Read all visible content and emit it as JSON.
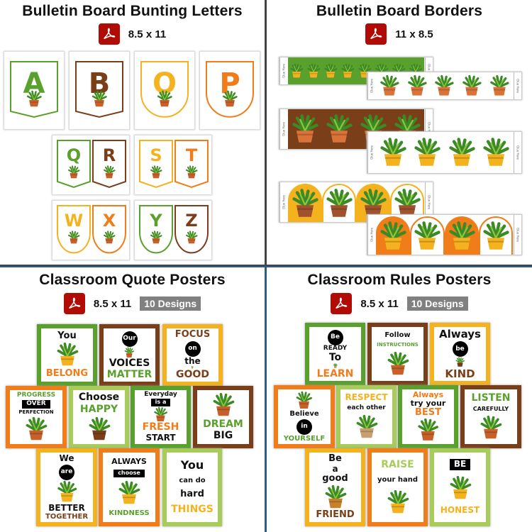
{
  "colors": {
    "green": "#5aa02c",
    "brown": "#7a3f19",
    "yellow": "#f5b21f",
    "orange": "#f07c1a",
    "lightgreen": "#a8cc5a",
    "black": "#111111",
    "pdf_red": "#b00c05",
    "badge_gray": "#808080"
  },
  "bunting": {
    "title": "Bulletin Board Bunting Letters",
    "size": "8.5 x 11",
    "singles": [
      {
        "letter": "A",
        "color": "green",
        "shape": "point"
      },
      {
        "letter": "B",
        "color": "brown",
        "shape": "point"
      },
      {
        "letter": "O",
        "color": "yellow",
        "shape": "round"
      },
      {
        "letter": "P",
        "color": "orange",
        "shape": "round"
      }
    ],
    "pairs": [
      [
        {
          "letter": "Q",
          "color": "green",
          "shape": "point"
        },
        {
          "letter": "R",
          "color": "brown",
          "shape": "point"
        }
      ],
      [
        {
          "letter": "S",
          "color": "yellow",
          "shape": "point"
        },
        {
          "letter": "T",
          "color": "orange",
          "shape": "point"
        }
      ],
      [
        {
          "letter": "W",
          "color": "yellow",
          "shape": "round"
        },
        {
          "letter": "X",
          "color": "orange",
          "shape": "round"
        }
      ],
      [
        {
          "letter": "Y",
          "color": "green",
          "shape": "round"
        },
        {
          "letter": "Z",
          "color": "brown",
          "shape": "round"
        }
      ]
    ]
  },
  "borders": {
    "title": "Bulletin Board Borders",
    "size": "11 x 8.5",
    "glue_label": "Glue Here",
    "strips": [
      {
        "bg": "green",
        "style": "small",
        "count": 8,
        "pot": "yellow"
      },
      {
        "bg": "white",
        "style": "pots",
        "count": 5,
        "pot": "#d9733a"
      },
      {
        "bg": "brown",
        "style": "big",
        "count": 4,
        "pot": "#d9733a"
      },
      {
        "bg": "white",
        "style": "big",
        "count": 4,
        "pot": "yellow"
      },
      {
        "bg": "white",
        "style": "arch",
        "count": 4,
        "arch": "yellow",
        "pot": "#a0522d"
      },
      {
        "bg": "white",
        "style": "arch",
        "count": 4,
        "arch": "orange",
        "pot": "yellow"
      }
    ]
  },
  "quotes": {
    "title": "Classroom Quote Posters",
    "size": "8.5 x 11",
    "designs": "10 Designs",
    "posters": [
      {
        "frame": "green",
        "lines": [
          {
            "t": "You",
            "c": "black",
            "s": 13
          },
          {
            "plant": "yellow"
          },
          {
            "t": "BELONG",
            "c": "mix",
            "s": 13
          }
        ]
      },
      {
        "frame": "brown",
        "lines": [
          {
            "t": "Our",
            "st": "circle"
          },
          {
            "plant": "#c8602a"
          },
          {
            "t": "VOICES",
            "c": "black",
            "s": 14
          },
          {
            "t": "MATTER",
            "c": "mix",
            "s": 14
          }
        ]
      },
      {
        "frame": "yellow",
        "lines": [
          {
            "t": "FOCUS",
            "c": "mix",
            "s": 13
          },
          {
            "t": "on",
            "st": "circle"
          },
          {
            "t": "the",
            "c": "black",
            "s": 12
          },
          {
            "plant": "yellow"
          },
          {
            "t": "GOOD",
            "c": "mix",
            "s": 14
          }
        ]
      },
      {
        "frame": "orange",
        "lines": [
          {
            "t": "PROGRESS",
            "c": "mix",
            "s": 9
          },
          {
            "t": "OVER",
            "st": "flag",
            "s": 9
          },
          {
            "t": "PERFECTION",
            "c": "black",
            "s": 7
          },
          {
            "plant": "#c8602a"
          }
        ]
      },
      {
        "frame": "lightgreen",
        "lines": [
          {
            "t": "Choose",
            "c": "black",
            "s": 14
          },
          {
            "t": "HAPPY",
            "c": "green",
            "s": 14
          },
          {
            "plant": "#7a3f19"
          }
        ]
      },
      {
        "frame": "green",
        "lines": [
          {
            "t": "Everyday",
            "c": "black",
            "s": 9
          },
          {
            "t": "is a",
            "st": "flag",
            "s": 8
          },
          {
            "plant": "#c8602a"
          },
          {
            "t": "FRESH",
            "c": "mix",
            "s": 14
          },
          {
            "t": "START",
            "c": "black",
            "s": 12
          }
        ]
      },
      {
        "frame": "brown",
        "lines": [
          {
            "plant": "#c8602a"
          },
          {
            "t": "DREAM",
            "c": "mix",
            "s": 14
          },
          {
            "t": "BIG",
            "c": "black",
            "s": 14
          }
        ]
      },
      {
        "frame": "yellow",
        "lines": [
          {
            "t": "We",
            "c": "black",
            "s": 12
          },
          {
            "t": "are",
            "st": "circle"
          },
          {
            "plant": "yellow"
          },
          {
            "t": "BETTER",
            "c": "black",
            "s": 12
          },
          {
            "t": "TOGETHER",
            "c": "mix",
            "s": 10
          }
        ]
      },
      {
        "frame": "orange",
        "lines": [
          {
            "t": "ALWAYS",
            "c": "black",
            "s": 11
          },
          {
            "t": "choose",
            "st": "flag",
            "s": 8
          },
          {
            "plant": "yellow"
          },
          {
            "t": "KINDNESS",
            "c": "mix",
            "s": 10
          }
        ]
      },
      {
        "frame": "lightgreen",
        "lines": [
          {
            "t": "You",
            "c": "black",
            "s": 16
          },
          {
            "t": "can do",
            "c": "black",
            "s": 10
          },
          {
            "t": "hard",
            "c": "black",
            "s": 13
          },
          {
            "t": "THINGS",
            "c": "mix",
            "s": 14
          }
        ]
      }
    ]
  },
  "rules": {
    "title": "Classroom Rules Posters",
    "size": "8.5 x 11",
    "designs": "10 Designs",
    "posters": [
      {
        "frame": "green",
        "lines": [
          {
            "t": "Be",
            "st": "circle"
          },
          {
            "t": "READY",
            "c": "black",
            "s": 9
          },
          {
            "t": "To",
            "c": "black",
            "s": 14
          },
          {
            "plant": "#c8a070"
          },
          {
            "t": "LEARN",
            "c": "mix",
            "s": 14
          }
        ]
      },
      {
        "frame": "brown",
        "lines": [
          {
            "t": "Follow",
            "c": "black",
            "s": 10
          },
          {
            "t": "INSTRUCTIONS",
            "c": "mix",
            "s": 7
          },
          {
            "plant": "#c8602a"
          }
        ]
      },
      {
        "frame": "yellow",
        "lines": [
          {
            "t": "Always",
            "c": "black",
            "s": 15
          },
          {
            "t": "be",
            "st": "circle"
          },
          {
            "plant": "#7a3f19"
          },
          {
            "t": "KIND",
            "c": "mix",
            "s": 15
          }
        ]
      },
      {
        "frame": "orange",
        "lines": [
          {
            "plant": "#c8602a"
          },
          {
            "t": "Believe",
            "c": "black",
            "s": 10
          },
          {
            "t": "in",
            "st": "circle"
          },
          {
            "t": "YOURSELF",
            "c": "mix",
            "s": 10
          }
        ]
      },
      {
        "frame": "lightgreen",
        "lines": [
          {
            "t": "RESPECT",
            "c": "mix",
            "s": 12
          },
          {
            "t": "each other",
            "c": "black",
            "s": 9
          },
          {
            "plant": "#c8a070"
          }
        ]
      },
      {
        "frame": "green",
        "lines": [
          {
            "t": "Always",
            "c": "mix",
            "s": 11
          },
          {
            "t": "try your",
            "c": "black",
            "s": 11
          },
          {
            "t": "BEST",
            "c": "mix",
            "s": 13
          },
          {
            "plant": "#c8602a"
          }
        ]
      },
      {
        "frame": "brown",
        "lines": [
          {
            "t": "LISTEN",
            "c": "mix",
            "s": 14
          },
          {
            "t": "CAREFULLY",
            "c": "black",
            "s": 8
          },
          {
            "plant": "#c8602a"
          }
        ]
      },
      {
        "frame": "yellow",
        "lines": [
          {
            "t": "Be",
            "c": "black",
            "s": 13
          },
          {
            "t": "a",
            "c": "black",
            "s": 12
          },
          {
            "t": "good",
            "c": "black",
            "s": 13
          },
          {
            "plant": "#c8802a"
          },
          {
            "t": "FRIEND",
            "c": "mix",
            "s": 13
          }
        ]
      },
      {
        "frame": "orange",
        "lines": [
          {
            "t": "RAISE",
            "c": "lightgreen",
            "s": 14
          },
          {
            "t": "your hand",
            "c": "black",
            "s": 10
          },
          {
            "plant": "yellow"
          }
        ]
      },
      {
        "frame": "lightgreen",
        "lines": [
          {
            "t": "BE",
            "st": "flag",
            "s": 12
          },
          {
            "plant": "yellow"
          },
          {
            "t": "HONEST",
            "c": "mix",
            "s": 12
          }
        ]
      }
    ]
  }
}
